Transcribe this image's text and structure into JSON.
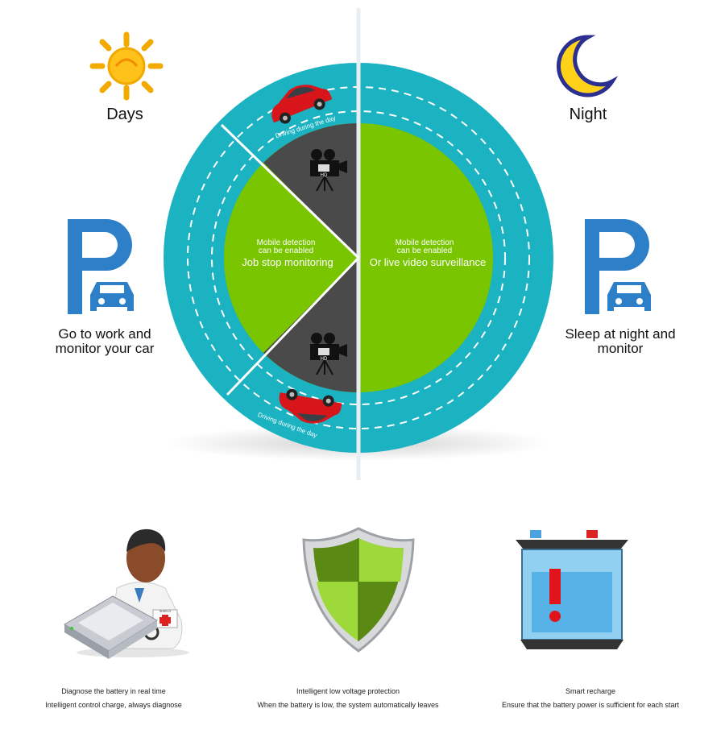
{
  "top": {
    "days_label": "Days",
    "night_label": "Night"
  },
  "left": {
    "caption_line1": "Go to work and",
    "caption_line2": "monitor your car",
    "parking_icon": "parking-sign-icon"
  },
  "right": {
    "caption_line1": "Sleep at night and",
    "caption_line2": "monitor",
    "parking_icon": "parking-sign-icon"
  },
  "wheel": {
    "day_small_line1": "Mobile detection",
    "day_small_line2": "can be enabled",
    "day_main": "Job stop monitoring",
    "night_small_line1": "Mobile detection",
    "night_small_line2": "can be enabled",
    "night_main": "Or live video surveillance",
    "road_top_text": "Driving during the day",
    "road_bottom_text": "Driving during the day",
    "camera_badge": "HD",
    "colors": {
      "ring": "#1bb2c2",
      "green": "#78c500",
      "dark": "#4a4a4a"
    }
  },
  "features": [
    {
      "line1": "Diagnose the battery in real time",
      "line2": "Intelligent control charge, always diagnose",
      "icon": "doctor-icon"
    },
    {
      "line1": "Intelligent low voltage protection",
      "line2": "When the battery is low, the system automatically leaves",
      "icon": "shield-icon"
    },
    {
      "line1": "Smart recharge",
      "line2": "Ensure that the battery power is sufficient for each start",
      "icon": "battery-icon"
    }
  ],
  "doctor_badge": "SHIELD"
}
